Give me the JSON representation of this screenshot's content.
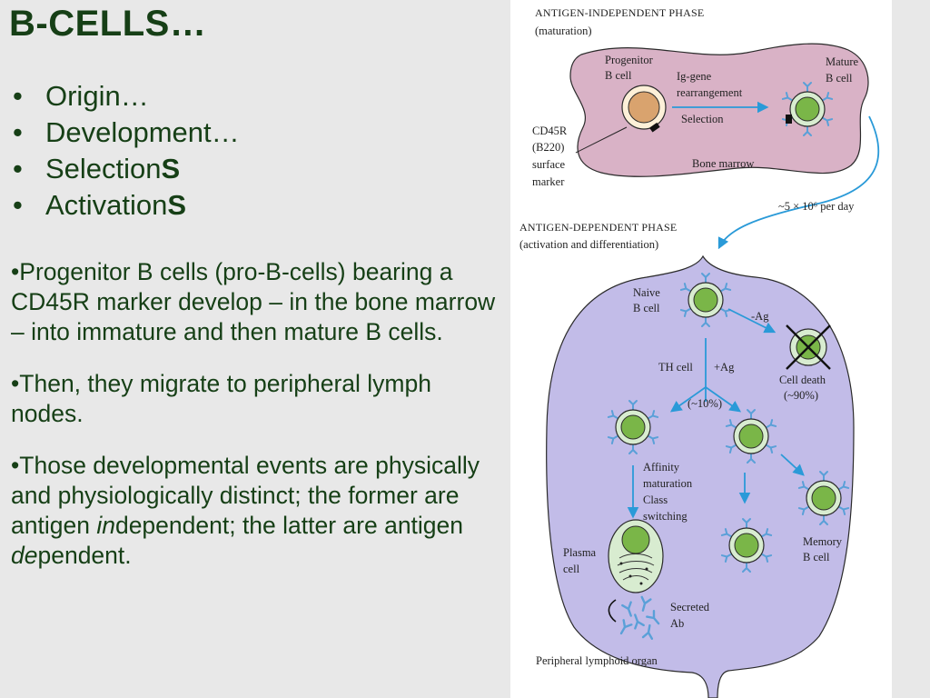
{
  "slide": {
    "title": "B-CELLS…",
    "bullets": [
      {
        "text": "Origin…",
        "suffix": ""
      },
      {
        "text": "Development…",
        "suffix": ""
      },
      {
        "text": "Selection",
        "suffix": "S"
      },
      {
        "text": "Activation",
        "suffix": "S"
      }
    ],
    "paragraphs": {
      "p1": "•Progenitor B cells (pro-B-cells) bearing a CD45R marker develop – in the bone marrow – into immature and then mature B cells.",
      "p2": "•Then, they migrate to peripheral lymph nodes.",
      "p3_a": "•Those developmental events are physically and physiologically distinct; the former are antigen ",
      "p3_em1": "in",
      "p3_b": "dependent; the latter are antigen ",
      "p3_em2": "de",
      "p3_c": "pendent."
    }
  },
  "diagram": {
    "phase1_title": "ANTIGEN-INDEPENDENT PHASE",
    "phase1_sub": "(maturation)",
    "progenitor_1": "Progenitor",
    "progenitor_2": "B cell",
    "ig_1": "Ig-gene",
    "ig_2": "rearrangement",
    "selection": "Selection",
    "mature_1": "Mature",
    "mature_2": "B cell",
    "cd45r_1": "CD45R",
    "cd45r_2": "(B220)",
    "cd45r_3": "surface",
    "cd45r_4": "marker",
    "bone_marrow": "Bone marrow",
    "rate": "~5 × 10⁶ per day",
    "phase2_title": "ANTIGEN-DEPENDENT PHASE",
    "phase2_sub": "(activation and differentiation)",
    "naive_1": "Naive",
    "naive_2": "B cell",
    "minus_ag": "-Ag",
    "death_1": "Cell death",
    "death_2": "(~90%)",
    "th_cell": "TH cell",
    "plus_ag": "+Ag",
    "ten_pct": "(~10%)",
    "affinity_1": "Affinity",
    "affinity_2": "maturation",
    "affinity_3": "Class",
    "affinity_4": "switching",
    "memory_1": "Memory",
    "memory_2": "B cell",
    "plasma_1": "Plasma",
    "plasma_2": "cell",
    "secreted_1": "Secreted",
    "secreted_2": "Ab",
    "peripheral": "Peripheral lymphoid organ",
    "colors": {
      "marrow": "#d9b2c6",
      "lymph": "#c2bce8",
      "nucleus": "#7ab648",
      "membrane": "#d8ecd0",
      "arrow": "#2a9ad8",
      "receptor": "#5aa0d8"
    }
  }
}
